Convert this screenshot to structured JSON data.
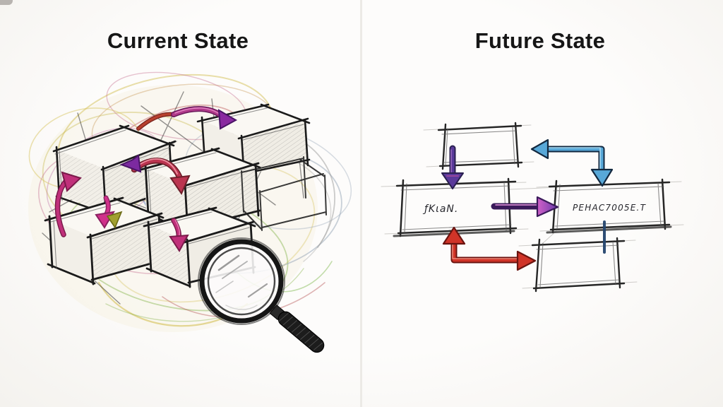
{
  "meta": {
    "description": "Hand-drawn whiteboard-style sketch comparing a chaotic current state to a clean future state flowchart"
  },
  "colors": {
    "background": "#fbfaf8",
    "divider": "#eceae6",
    "title_text": "#161616",
    "ink": "#1e1e1e"
  },
  "left_panel": {
    "title": "Current State",
    "icon": "magnifier-icon",
    "scribble_colors": [
      "#d4c055",
      "#86b34c",
      "#bf5858",
      "#c46a8c",
      "#93a3b5",
      "#c08a3e",
      "#b35a9a",
      "#9a9a9a"
    ],
    "arrow_colors": [
      "#bb3550",
      "#b03a8a",
      "#c0307a",
      "#d0308a",
      "#7c2aa0",
      "#a0a030"
    ]
  },
  "right_panel": {
    "title": "Future State",
    "flowchart": {
      "top_box_label": "",
      "left_box_label": "ƒKιaN.",
      "right_box_label": "PEHAC7005E.T",
      "bottom_box_label": "",
      "arrows": {
        "top_to_left_down_purple": "#5a3a9a",
        "elbow_blue": "#58a8d8",
        "left_to_right_magenta_purple": "#8a42b0",
        "elbow_red": "#d03428",
        "process_to_bottom_navy": "#24456e"
      }
    }
  }
}
